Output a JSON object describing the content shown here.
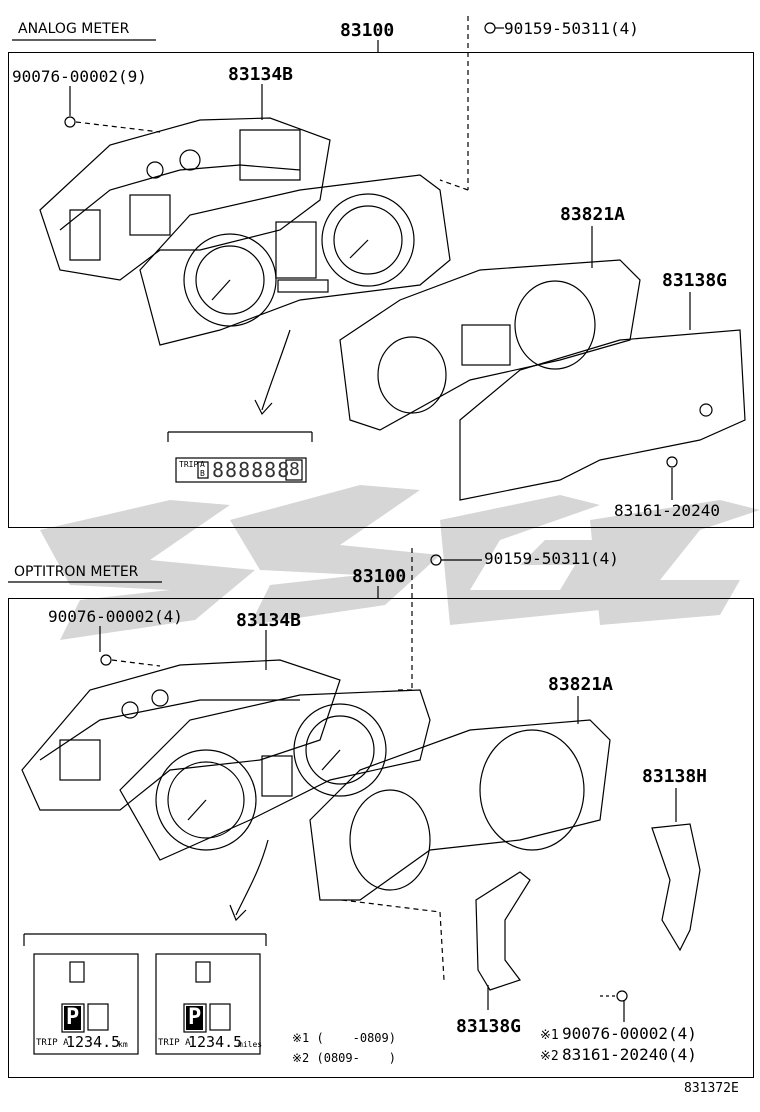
{
  "diagram_ref": "831372E",
  "watermark": "SSGC",
  "sections": {
    "analog": {
      "title": "ANALOG METER",
      "assembly": "83100",
      "screw_top": "90159-50311(4)",
      "screw_left": "90076-00002(9)",
      "housing": "83134B",
      "glass": "83821A",
      "bezel": "83138G",
      "bottom_screw": "83161-20240",
      "display": {
        "trip": "TRIP",
        "ab": [
          "A",
          "B"
        ],
        "digits": "888888",
        "gear": "8"
      }
    },
    "optitron": {
      "title": "OPTITRON METER",
      "assembly": "83100",
      "screw_top": "90159-50311(4)",
      "screw_left": "90076-00002(4)",
      "housing": "83134B",
      "glass": "83821A",
      "side_trim": "83138H",
      "bezel": "83138G",
      "note1_mark": "※1",
      "note1_part": "90076-00002(4)",
      "note2_mark": "※2",
      "note2_part": "83161-20240(4)",
      "note1_range": "※1 (    -0809)",
      "note2_range": "※2 (0809-    )",
      "display_left": {
        "gear": "P",
        "trip": "TRIP A",
        "value": "1234.5",
        "unit": "km"
      },
      "display_right": {
        "gear": "P",
        "trip": "TRIP A",
        "value": "1234.5",
        "unit": "miles"
      }
    }
  }
}
